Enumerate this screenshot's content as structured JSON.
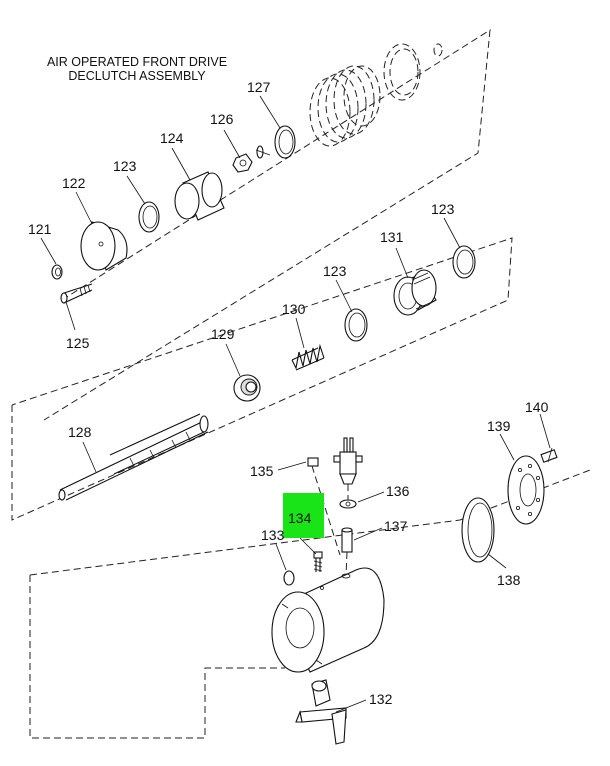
{
  "title": {
    "line1": "AIR OPERATED FRONT DRIVE",
    "line2": "DECLUTCH ASSEMBLY"
  },
  "highlight": {
    "part": "134",
    "color": "#18e418"
  },
  "callouts": {
    "c121": "121",
    "c122": "122",
    "c123a": "123",
    "c124": "124",
    "c125": "125",
    "c126": "126",
    "c127": "127",
    "c123b": "123",
    "c131": "131",
    "c123c": "123",
    "c130": "130",
    "c129": "129",
    "c128": "128",
    "c135": "135",
    "c136": "136",
    "c137": "137",
    "c134": "134",
    "c133": "133",
    "c139": "139",
    "c140": "140",
    "c138": "138",
    "c132": "132"
  }
}
